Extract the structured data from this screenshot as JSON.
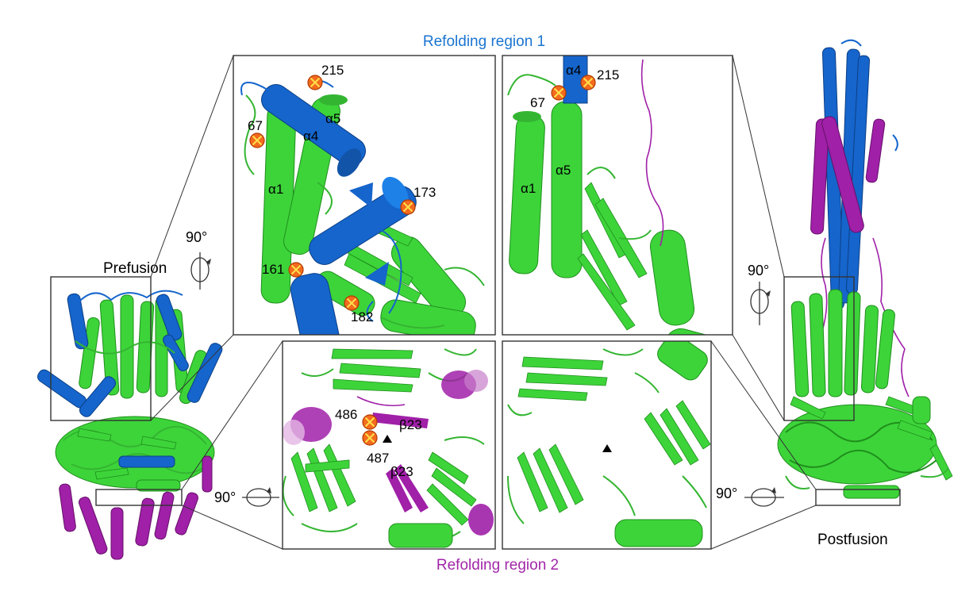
{
  "labels": {
    "refolding_region_1": "Refolding region 1",
    "refolding_region_2": "Refolding region 2",
    "prefusion": "Prefusion",
    "postfusion": "Postfusion",
    "rotation": "90°"
  },
  "panel_top_left": {
    "residues": [
      "215",
      "67",
      "173",
      "161",
      "182"
    ],
    "helices": [
      "α4",
      "α5",
      "α1"
    ]
  },
  "panel_top_right": {
    "residues": [
      "215",
      "67"
    ],
    "helices": [
      "α4",
      "α1",
      "α5"
    ]
  },
  "panel_bottom_left": {
    "residues": [
      "486",
      "487"
    ],
    "strands": [
      "β23",
      "β23"
    ]
  },
  "colors": {
    "green_domain": "#3dd43a",
    "blue_region": "#1565cc",
    "magenta_region": "#a020a8",
    "mutation_marker": "#f36a1e"
  }
}
